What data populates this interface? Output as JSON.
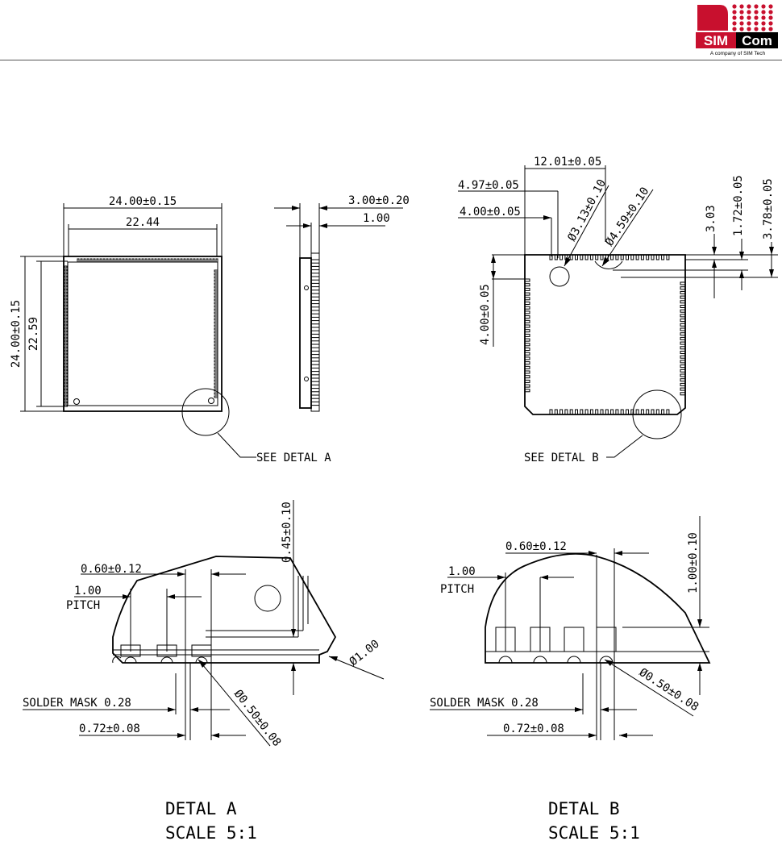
{
  "header": {
    "logo_text_sim": "SIM",
    "logo_text_com": "Com",
    "logo_tagline": "A company of SIM Tech",
    "colors": {
      "red": "#c8102e",
      "black": "#000000"
    }
  },
  "top_view": {
    "width_overall": "24.00±0.15",
    "width_inner": "22.44",
    "height_overall": "24.00±0.15",
    "height_inner": "22.59",
    "callout": "SEE DETAL A"
  },
  "side_view": {
    "thickness": "3.00±0.20",
    "pcb": "1.00"
  },
  "bottom_view": {
    "width": "12.01±0.05",
    "offset_a": "4.97±0.05",
    "offset_b": "4.00±0.05",
    "hole_a": "Ø3.13±0.10",
    "hole_b": "Ø4.59±0.10",
    "dim_303": "3.03",
    "dim_172": "1.72±0.05",
    "dim_378": "3.78±0.05",
    "offset_vertical": "4.00±0.05",
    "callout": "SEE DETAL B"
  },
  "detail_a": {
    "pad_width": "0.60±0.12",
    "pitch_value": "1.00",
    "pitch_label": "PITCH",
    "height": "0.45±0.10",
    "solder_mask": "SOLDER MASK 0.28",
    "pad_pitch": "0.72±0.08",
    "hole_dia": "Ø0.50±0.08",
    "corner_dia": "Ø1.00",
    "title": "DETAL A",
    "scale": "SCALE 5:1"
  },
  "detail_b": {
    "pad_width": "0.60±0.12",
    "pitch_value": "1.00",
    "pitch_label": "PITCH",
    "height": "1.00±0.10",
    "solder_mask": "SOLDER MASK 0.28",
    "pad_pitch": "0.72±0.08",
    "hole_dia": "Ø0.50±0.08",
    "title": "DETAL B",
    "scale": "SCALE 5:1"
  }
}
